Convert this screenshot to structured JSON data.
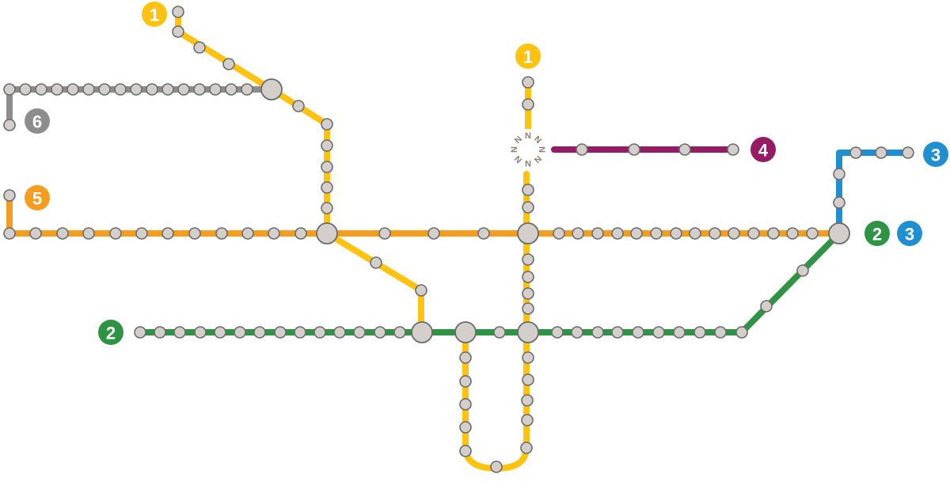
{
  "lines": [
    {
      "id": "1",
      "label": "1",
      "color": "#ffc20e"
    },
    {
      "id": "2",
      "label": "2",
      "color": "#2e9444"
    },
    {
      "id": "3",
      "label": "3",
      "color": "#1f8fd1"
    },
    {
      "id": "4",
      "label": "4",
      "color": "#951c64"
    },
    {
      "id": "5",
      "label": "5",
      "color": "#f49d1e"
    },
    {
      "id": "6",
      "label": "6",
      "color": "#8d8d8d"
    }
  ],
  "hub_letter": "N",
  "stop_color": "#d4cfcb",
  "stop_outline": "#6b6b6b"
}
